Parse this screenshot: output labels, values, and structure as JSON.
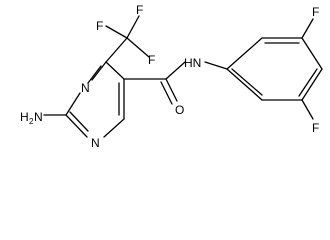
{
  "molecule": {
    "atoms": {
      "nh2_n": "H",
      "nh2_n_main": "N",
      "nh2_sub": "2",
      "ring_n1": "N",
      "ring_n3": "N",
      "f1": "F",
      "f2": "F",
      "f3": "F",
      "amide_nh": "HN",
      "amide_o": "O",
      "aryl_f_top": "F",
      "aryl_f_bottom": "F"
    },
    "colors": {
      "bond": "#000000",
      "text": "#000000",
      "background": "#ffffff"
    }
  }
}
